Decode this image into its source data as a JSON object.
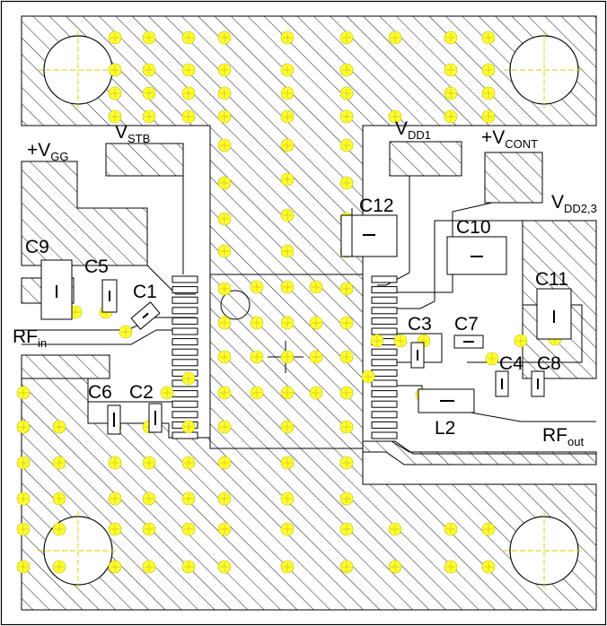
{
  "labels": {
    "v_gg": {
      "main": "+V",
      "sub": "GG"
    },
    "v_stb": {
      "main": "V",
      "sub": "STB"
    },
    "v_dd1": {
      "main": "V",
      "sub": "DD1"
    },
    "v_cont": {
      "main": "+V",
      "sub": "CONT"
    },
    "v_dd23": {
      "main": "V",
      "sub": "DD2,3"
    },
    "rf_in": {
      "main": "RF",
      "sub": "in"
    },
    "rf_out": {
      "main": "RF",
      "sub": "out"
    }
  },
  "components": {
    "c1": "C1",
    "c2": "C2",
    "c3": "C3",
    "c4": "C4",
    "c5": "C5",
    "c6": "C6",
    "c7": "C7",
    "c8": "C8",
    "c9": "C9",
    "c10": "C10",
    "c11": "C11",
    "c12": "C12",
    "l2": "L2"
  },
  "colors": {
    "hatch": "#000000",
    "via": "#ffff33",
    "outline": "#000000",
    "background": "#ffffff"
  }
}
